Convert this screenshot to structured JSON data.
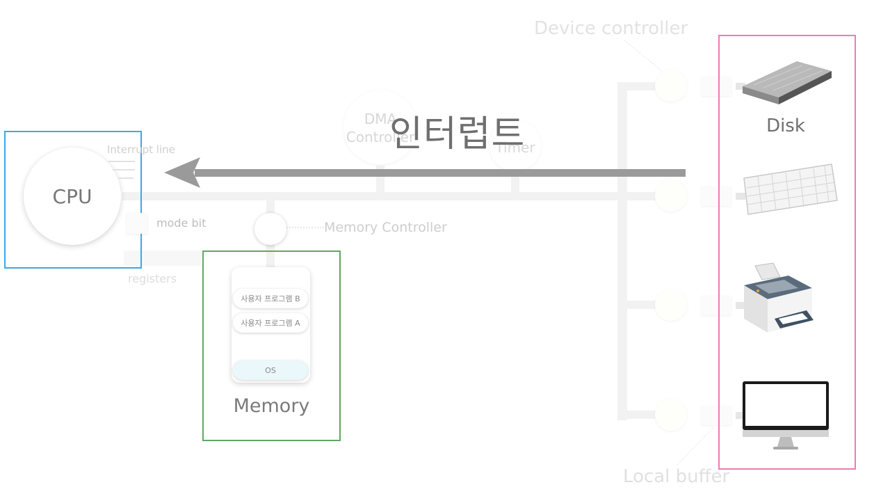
{
  "cpu": {
    "label": "CPU",
    "interrupt_line": "Interrupt line",
    "mode_bit": "mode bit",
    "registers": "registers"
  },
  "memory": {
    "label": "Memory",
    "controller": "Memory Controller",
    "programs": [
      "사용자 프로그램 B",
      "사용자 프로그램 A"
    ],
    "os": "OS"
  },
  "dma": {
    "line1": "DMA",
    "line2": "Controller"
  },
  "timer": "Timer",
  "interrupt": "인터럽트",
  "device_controller": "Device controller",
  "local_buffer": "Local buffer",
  "devices": {
    "disk": "Disk"
  },
  "colors": {
    "cpu_frame": "#3aa8e8",
    "memory_frame": "#5fa860",
    "device_frame": "#f07ab1",
    "arrow": "#9a9a9a"
  }
}
